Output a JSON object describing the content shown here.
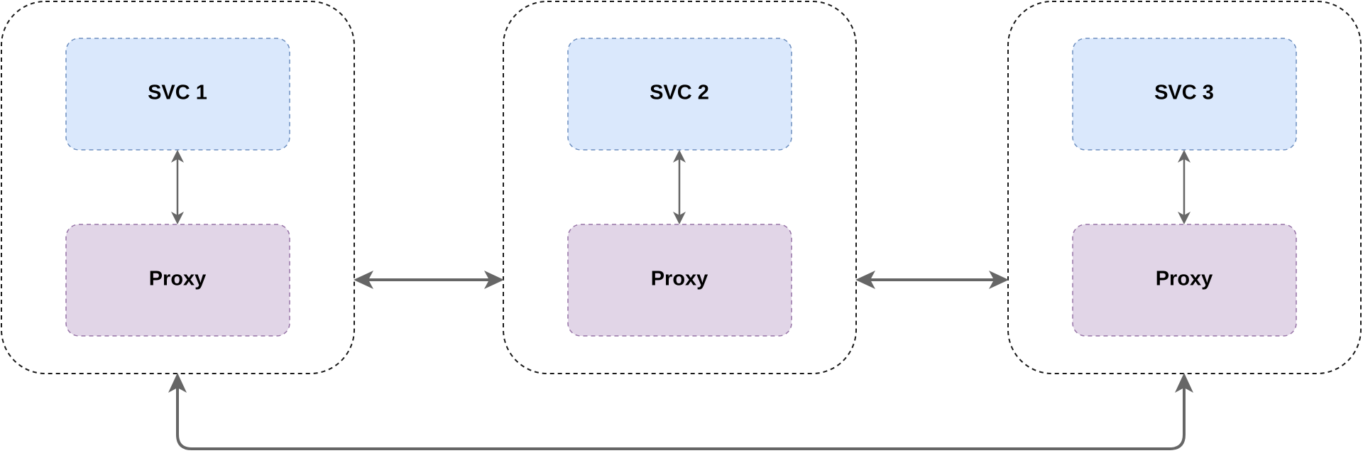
{
  "diagram": {
    "colors": {
      "pod_border": "#1a1a1a",
      "svc_fill": "#dae8fc",
      "svc_border": "#6c8ebf",
      "proxy_fill": "#e1d5e7",
      "proxy_border": "#9673a6",
      "arrow": "#666666"
    },
    "pods": [
      {
        "svc_label": "SVC 1",
        "proxy_label": "Proxy"
      },
      {
        "svc_label": "SVC 2",
        "proxy_label": "Proxy"
      },
      {
        "svc_label": "SVC 3",
        "proxy_label": "Proxy"
      }
    ],
    "connections": [
      {
        "from": "pod-1",
        "to": "pod-2",
        "type": "bidirectional"
      },
      {
        "from": "pod-2",
        "to": "pod-3",
        "type": "bidirectional"
      },
      {
        "from": "pod-1",
        "to": "pod-3",
        "type": "bidirectional"
      }
    ]
  }
}
